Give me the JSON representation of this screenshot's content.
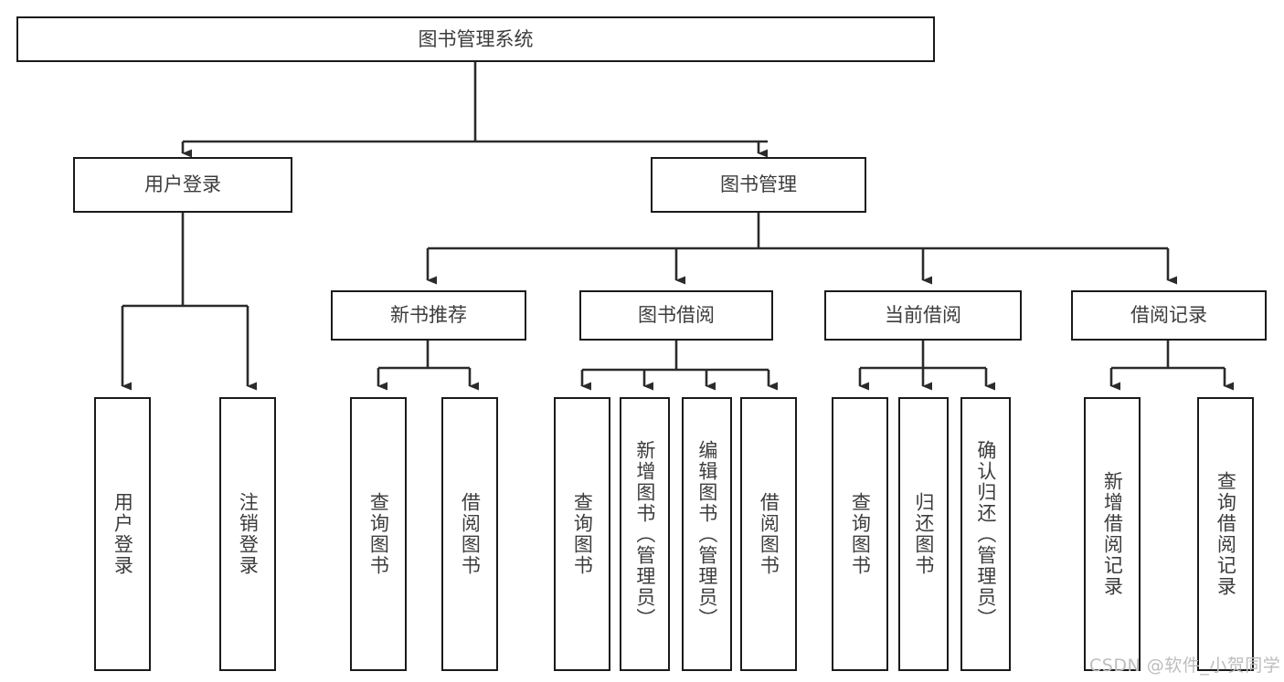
{
  "diagram": {
    "title": "图书管理系统",
    "type": "hierarchy-tree",
    "watermark": "CSDN @软件_小贺同学",
    "colors": {
      "box_border": "#1a1a1a",
      "box_fill": "#ffffff",
      "text": "#3c3c3c",
      "connector": "#2b2b2b",
      "watermark": "#bdbdbd"
    },
    "nodes": {
      "root": {
        "label": "图书管理系统"
      },
      "level2": [
        {
          "label": "用户登录"
        },
        {
          "label": "图书管理"
        }
      ],
      "level3": [
        {
          "label": "新书推荐"
        },
        {
          "label": "图书借阅"
        },
        {
          "label": "当前借阅"
        },
        {
          "label": "借阅记录"
        }
      ],
      "leaves_user_login": [
        {
          "label": "用户登录"
        },
        {
          "label": "注销登录"
        }
      ],
      "leaves_new_book": [
        {
          "label": "查询图书"
        },
        {
          "label": "借阅图书"
        }
      ],
      "leaves_borrow": [
        {
          "label": "查询图书"
        },
        {
          "label": "新增图书（管理员）"
        },
        {
          "label": "编辑图书（管理员）"
        },
        {
          "label": "借阅图书"
        }
      ],
      "leaves_current": [
        {
          "label": "查询图书"
        },
        {
          "label": "归还图书"
        },
        {
          "label": "确认归还（管理员）"
        }
      ],
      "leaves_records": [
        {
          "label": "新增借阅记录"
        },
        {
          "label": "查询借阅记录"
        }
      ]
    }
  }
}
